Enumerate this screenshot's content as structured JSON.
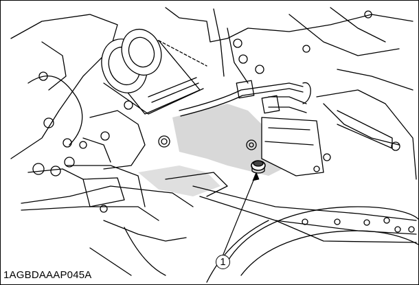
{
  "figure": {
    "code": "1AGBDAAAP045A",
    "callouts": [
      {
        "label": "1",
        "target": "drain-plug"
      }
    ]
  },
  "colors": {
    "line": "#000000",
    "background": "#ffffff",
    "shade": "#9a9a9a"
  }
}
